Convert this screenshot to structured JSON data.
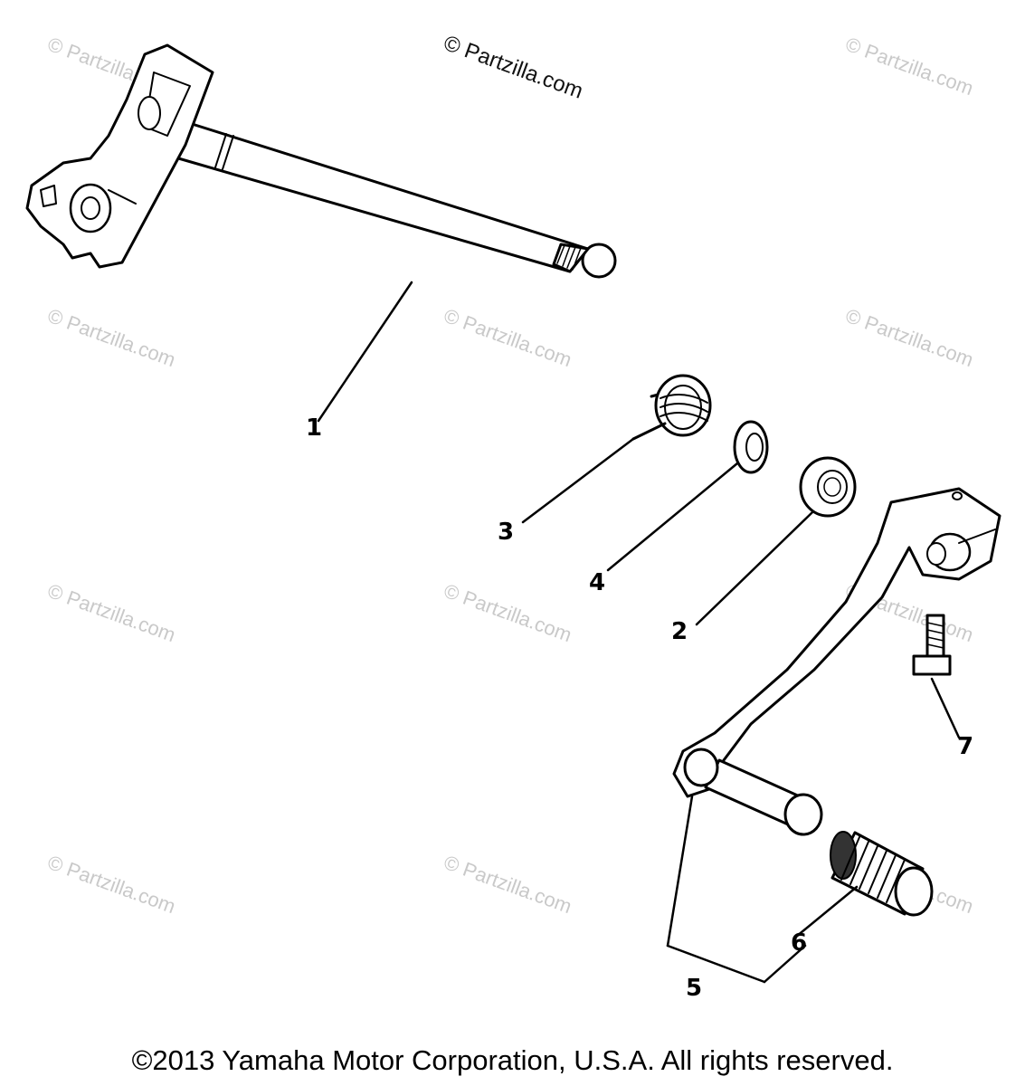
{
  "watermark": {
    "text": "© Partzilla.com"
  },
  "header_watermark": "© Partzilla.com",
  "callouts": {
    "c1": "1",
    "c2": "2",
    "c3": "3",
    "c4": "4",
    "c5": "5",
    "c6": "6",
    "c7": "7"
  },
  "copyright": "©2013 Yamaha Motor Corporation, U.S.A. All rights reserved."
}
